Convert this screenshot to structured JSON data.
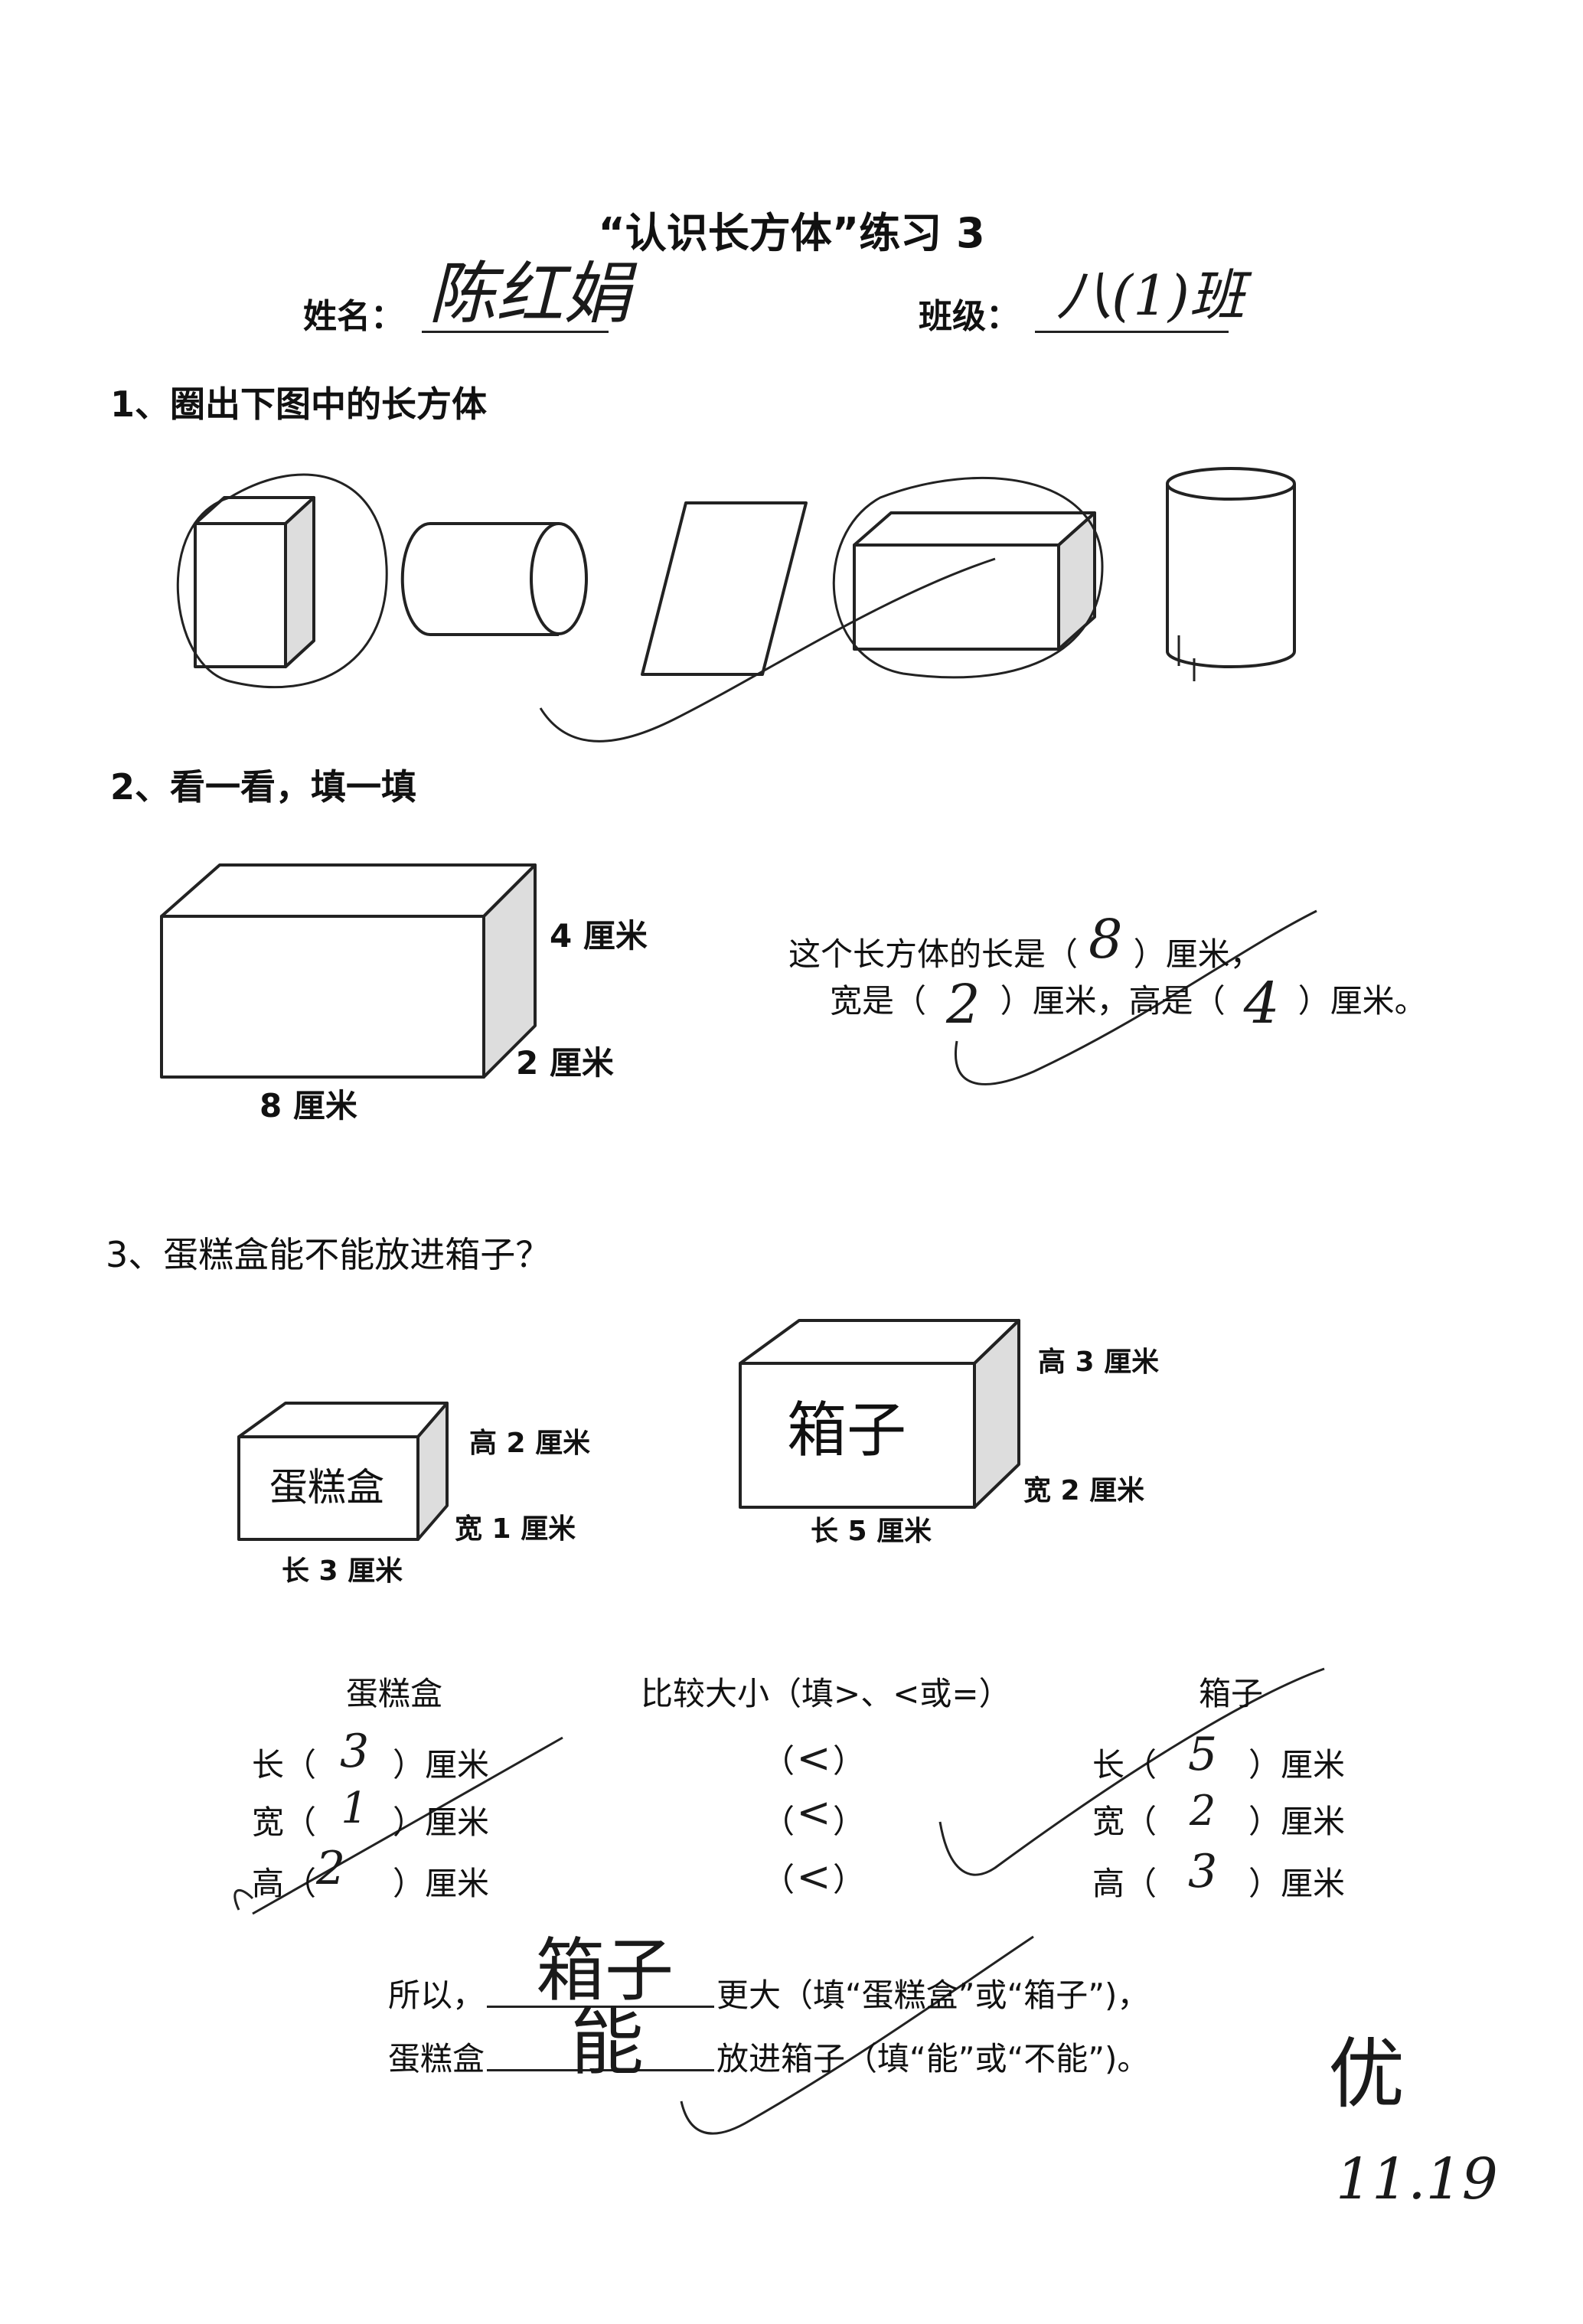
{
  "title": "“认识长方体”练习 3",
  "header": {
    "name_label": "姓名：",
    "name_value": "陈红娟",
    "class_label": "班级：",
    "class_value": "八(1)班"
  },
  "q1": {
    "prompt": "1、圈出下图中的长方体"
  },
  "q2": {
    "prompt": "2、看一看，填一填",
    "height_label": "4 厘米",
    "width_label": "2 厘米",
    "length_label": "8 厘米",
    "s1_pre": "这个长方体的长是（",
    "s1_ans": "8",
    "s1_post": "）厘米，",
    "s2_a": "宽是（",
    "s2_ans1": "2",
    "s2_b": "）厘米，高是（",
    "s2_ans2": "4",
    "s2_c": "）厘米。"
  },
  "q3": {
    "prompt": "3、蛋糕盒能不能放进箱子？",
    "cake": {
      "name": "蛋糕盒",
      "height": "高 2 厘米",
      "width": "宽 1 厘米",
      "length": "长 3 厘米"
    },
    "box": {
      "name": "箱子",
      "height": "高 3 厘米",
      "width": "宽 2 厘米",
      "length": "长 5 厘米"
    },
    "table": {
      "col_cake": "蛋糕盒",
      "col_compare": "比较大小（填>、<或=）",
      "col_box": "箱子",
      "unit": "）厘米",
      "open": "（",
      "close": "）",
      "rows": [
        {
          "label": "长",
          "cake": "3",
          "cmp": "<",
          "box": "5"
        },
        {
          "label": "宽",
          "cake": "1",
          "cmp": "<",
          "box": "2"
        },
        {
          "label": "高",
          "cake": "2",
          "cmp": "<",
          "box": "3"
        }
      ]
    },
    "conclusion1_pre": "所以，",
    "conclusion1_ans": "箱子",
    "conclusion1_post": "更大（填“蛋糕盒”或“箱子”)，",
    "conclusion2_pre": "蛋糕盒",
    "conclusion2_ans": "能",
    "conclusion2_post": "放进箱子（填“能”或“不能”)。"
  },
  "grade": {
    "mark": "优",
    "date": "11.19"
  }
}
